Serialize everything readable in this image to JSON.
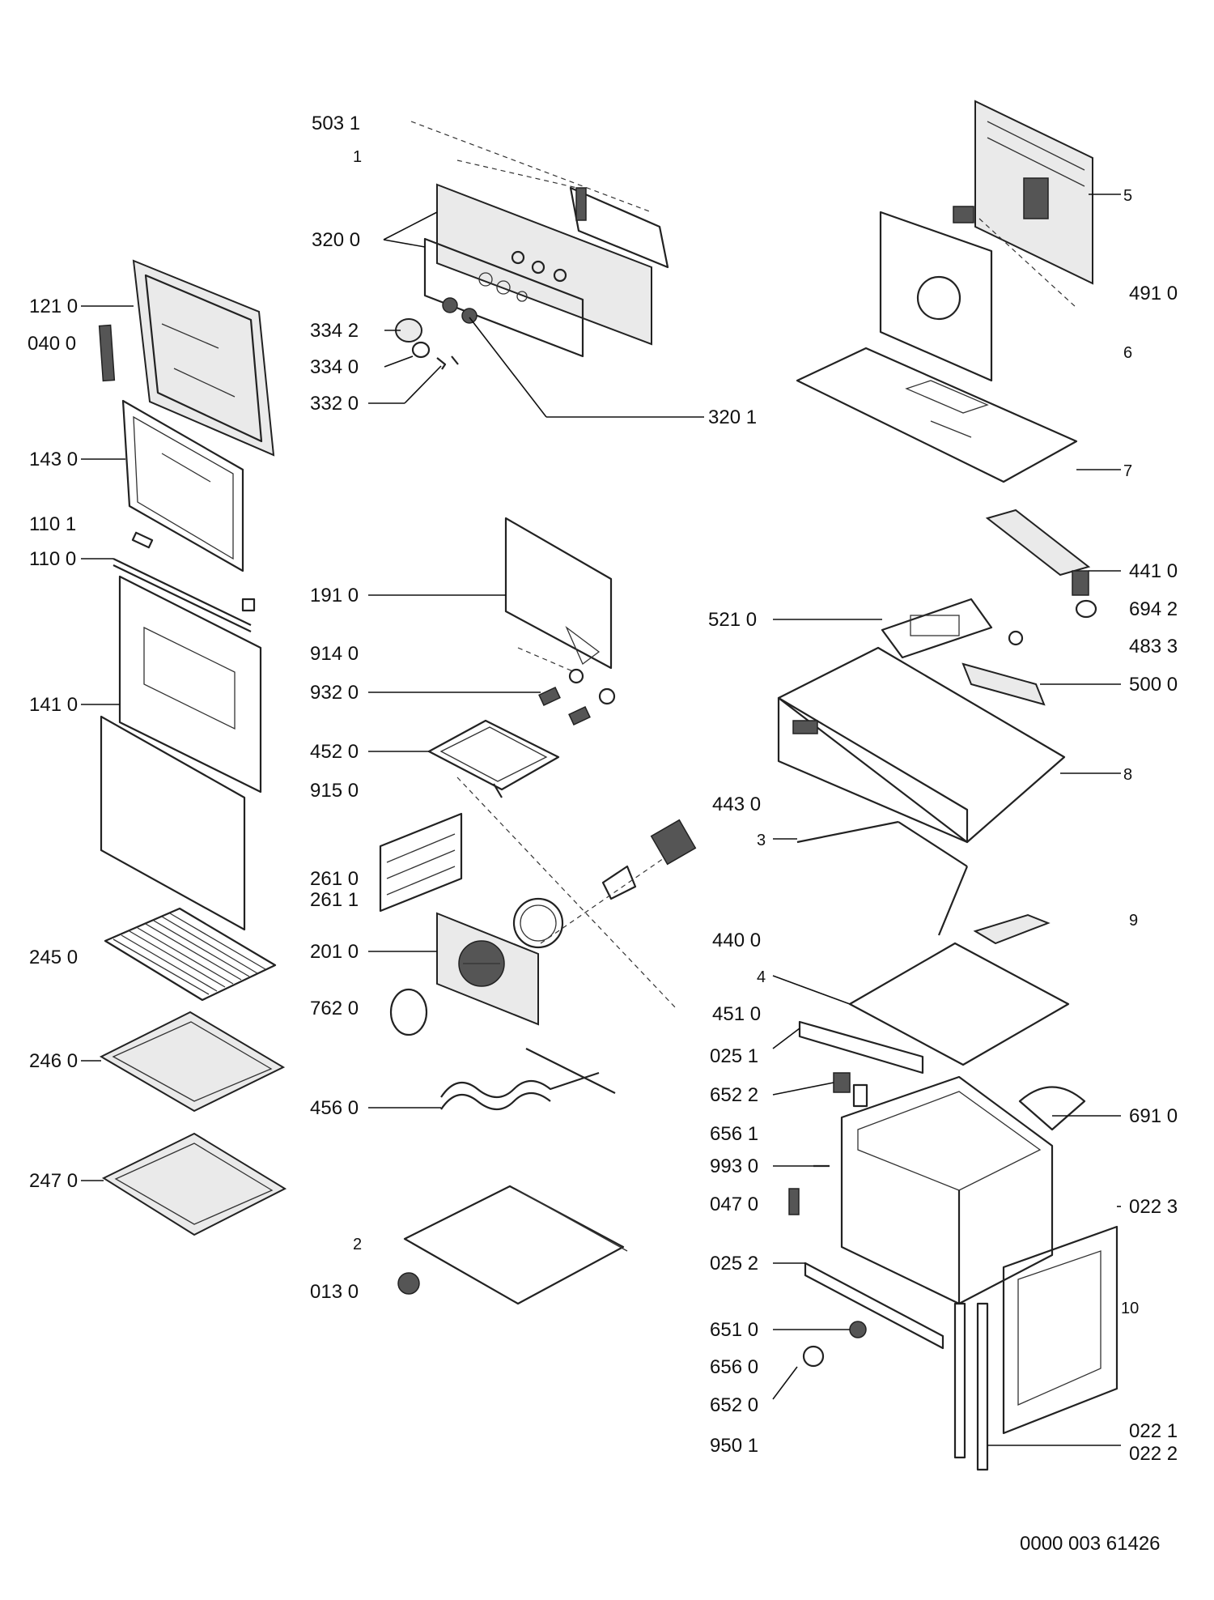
{
  "labels": {
    "p5031": "503 1",
    "p1": "1",
    "p3200": "320 0",
    "p3342": "334 2",
    "p3340": "334 0",
    "p3320": "332 0",
    "p3201": "320 1",
    "p1210": "121 0",
    "p0400": "040 0",
    "p1430": "143 0",
    "p1101": "110 1",
    "p1100": "110 0",
    "p1410": "141 0",
    "p2450": "245 0",
    "p2460": "246 0",
    "p2470": "247 0",
    "p1910": "191 0",
    "p9140": "914 0",
    "p9320": "932 0",
    "p4520": "452 0",
    "p9150": "915 0",
    "p2610": "261 0",
    "p2611": "261 1",
    "p2010": "201 0",
    "p7620": "762 0",
    "p4560": "456 0",
    "p2": "2",
    "p0130": "013 0",
    "p5": "5",
    "p4910": "491 0",
    "p6": "6",
    "p7": "7",
    "p4410": "441 0",
    "p6942": "694 2",
    "p5210": "521 0",
    "p4833": "483 3",
    "p5000": "500 0",
    "p8": "8",
    "p4430": "443 0",
    "p3": "3",
    "p4400": "440 0",
    "p9": "9",
    "p4": "4",
    "p4510": "451 0",
    "p0251": "025 1",
    "p6522": "652 2",
    "p6561": "656 1",
    "p6910": "691 0",
    "p9930": "993 0",
    "p0470": "047 0",
    "p0223": "022 3",
    "p0252": "025 2",
    "p10": "10",
    "p6510": "651 0",
    "p6560": "656 0",
    "p6520": "652 0",
    "p9501": "950 1",
    "p0221": "022 1",
    "p0222": "022 2"
  },
  "document_number": "0000 003 61426"
}
